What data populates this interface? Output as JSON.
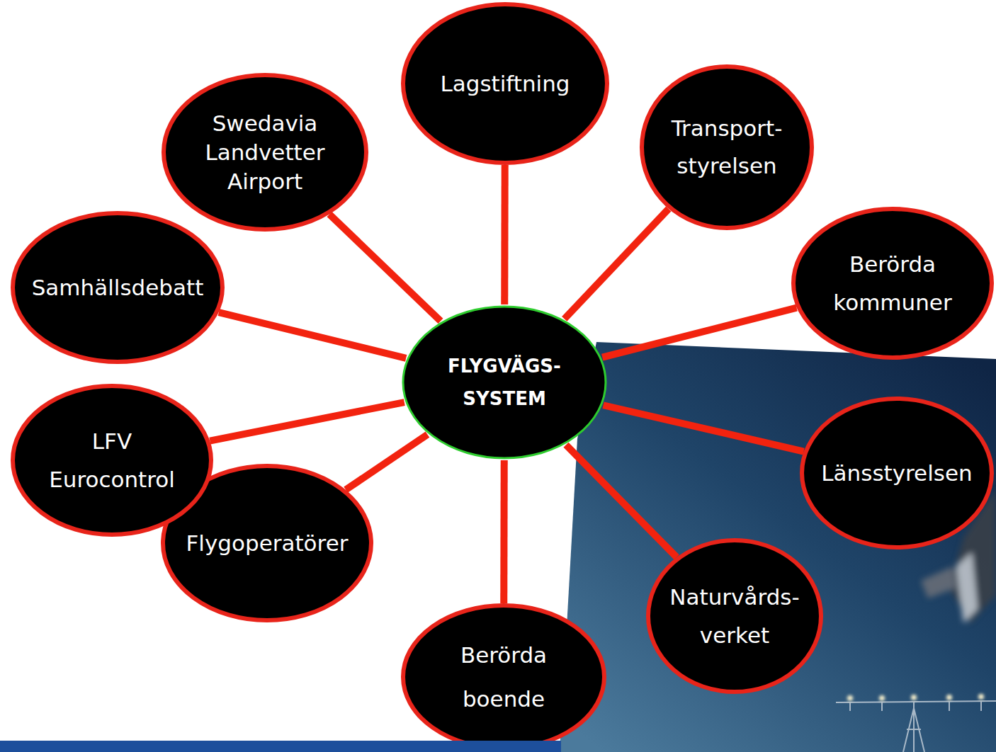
{
  "diagram": {
    "nodes": [
      {
        "text": [
          "FLYGVÄGS- SYSTEM"
        ]
      },
      {
        "text": [
          "Lagstiftning"
        ]
      },
      {
        "text": [
          "Transport- styrelsen"
        ]
      },
      {
        "text": [
          "Berörda kommuner"
        ]
      },
      {
        "text": [
          "Länsstyrelsen"
        ]
      },
      {
        "text": [
          "Naturvårds- verket"
        ]
      },
      {
        "text": [
          "Berörda boende"
        ]
      },
      {
        "text": [
          "Flygoperatörer"
        ]
      },
      {
        "text": [
          "LFV Eurocontrol"
        ]
      },
      {
        "text": [
          "Samhällsdebatt"
        ]
      },
      {
        "text": [
          "Swedavia Landvetter Airport"
        ]
      }
    ],
    "edges": [
      {
        "from": 0,
        "to": 1,
        "arrow": "none"
      },
      {
        "from": 0,
        "to": 2,
        "arrow": "none"
      },
      {
        "from": 0,
        "to": 3,
        "arrow": "none"
      },
      {
        "from": 0,
        "to": 4,
        "arrow": "none"
      },
      {
        "from": 0,
        "to": 5,
        "arrow": "none"
      },
      {
        "from": 0,
        "to": 6,
        "arrow": "none"
      },
      {
        "from": 0,
        "to": 7,
        "arrow": "none"
      },
      {
        "from": 0,
        "to": 8,
        "arrow": "none"
      },
      {
        "from": 0,
        "to": 9,
        "arrow": "none"
      },
      {
        "from": 0,
        "to": 10,
        "arrow": "none"
      }
    ]
  }
}
